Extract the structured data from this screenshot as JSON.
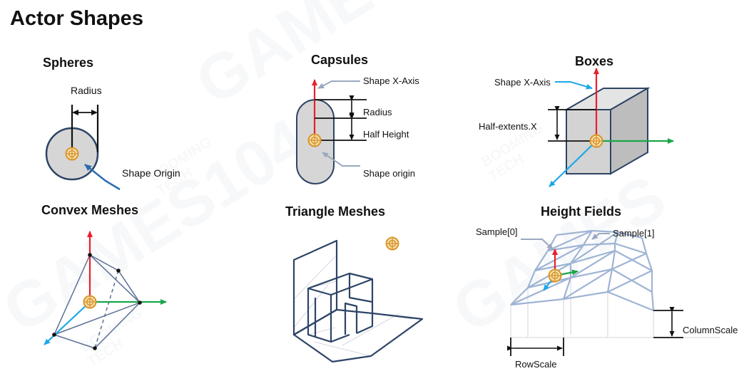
{
  "title": "Actor Shapes",
  "panels": {
    "spheres": {
      "title": "Spheres",
      "radius_label": "Radius",
      "origin_label": "Shape Origin"
    },
    "capsules": {
      "title": "Capsules",
      "axis_label": "Shape X-Axis",
      "radius_label": "Radius",
      "half_height_label": "Half Height",
      "origin_label": "Shape origin"
    },
    "boxes": {
      "title": "Boxes",
      "axis_label": "Shape X-Axis",
      "half_extents_label": "Half-extents.X"
    },
    "convex_meshes": {
      "title": "Convex Meshes"
    },
    "triangle_meshes": {
      "title": "Triangle Meshes"
    },
    "height_fields": {
      "title": "Height Fields",
      "sample0_label": "Sample[0]",
      "sample1_label": "Sample[1]",
      "column_scale_label": "ColumnScale",
      "row_scale_label": "RowScale"
    }
  },
  "watermark": {
    "brand": "GAMES104",
    "brand_short": "GAMES",
    "logo_line1": "BOOMING",
    "logo_line2": "TECH"
  },
  "colors": {
    "x_axis_red": "#e8202a",
    "y_axis_green": "#1aa64a",
    "z_axis_blue": "#1ea7e8",
    "outline_navy": "#2d4466",
    "shape_fill": "#d6d6d6",
    "origin_gold": "#e0a23a",
    "pointer_gray": "#9aa8c0",
    "heightfield_blue": "#9fb4d4"
  }
}
